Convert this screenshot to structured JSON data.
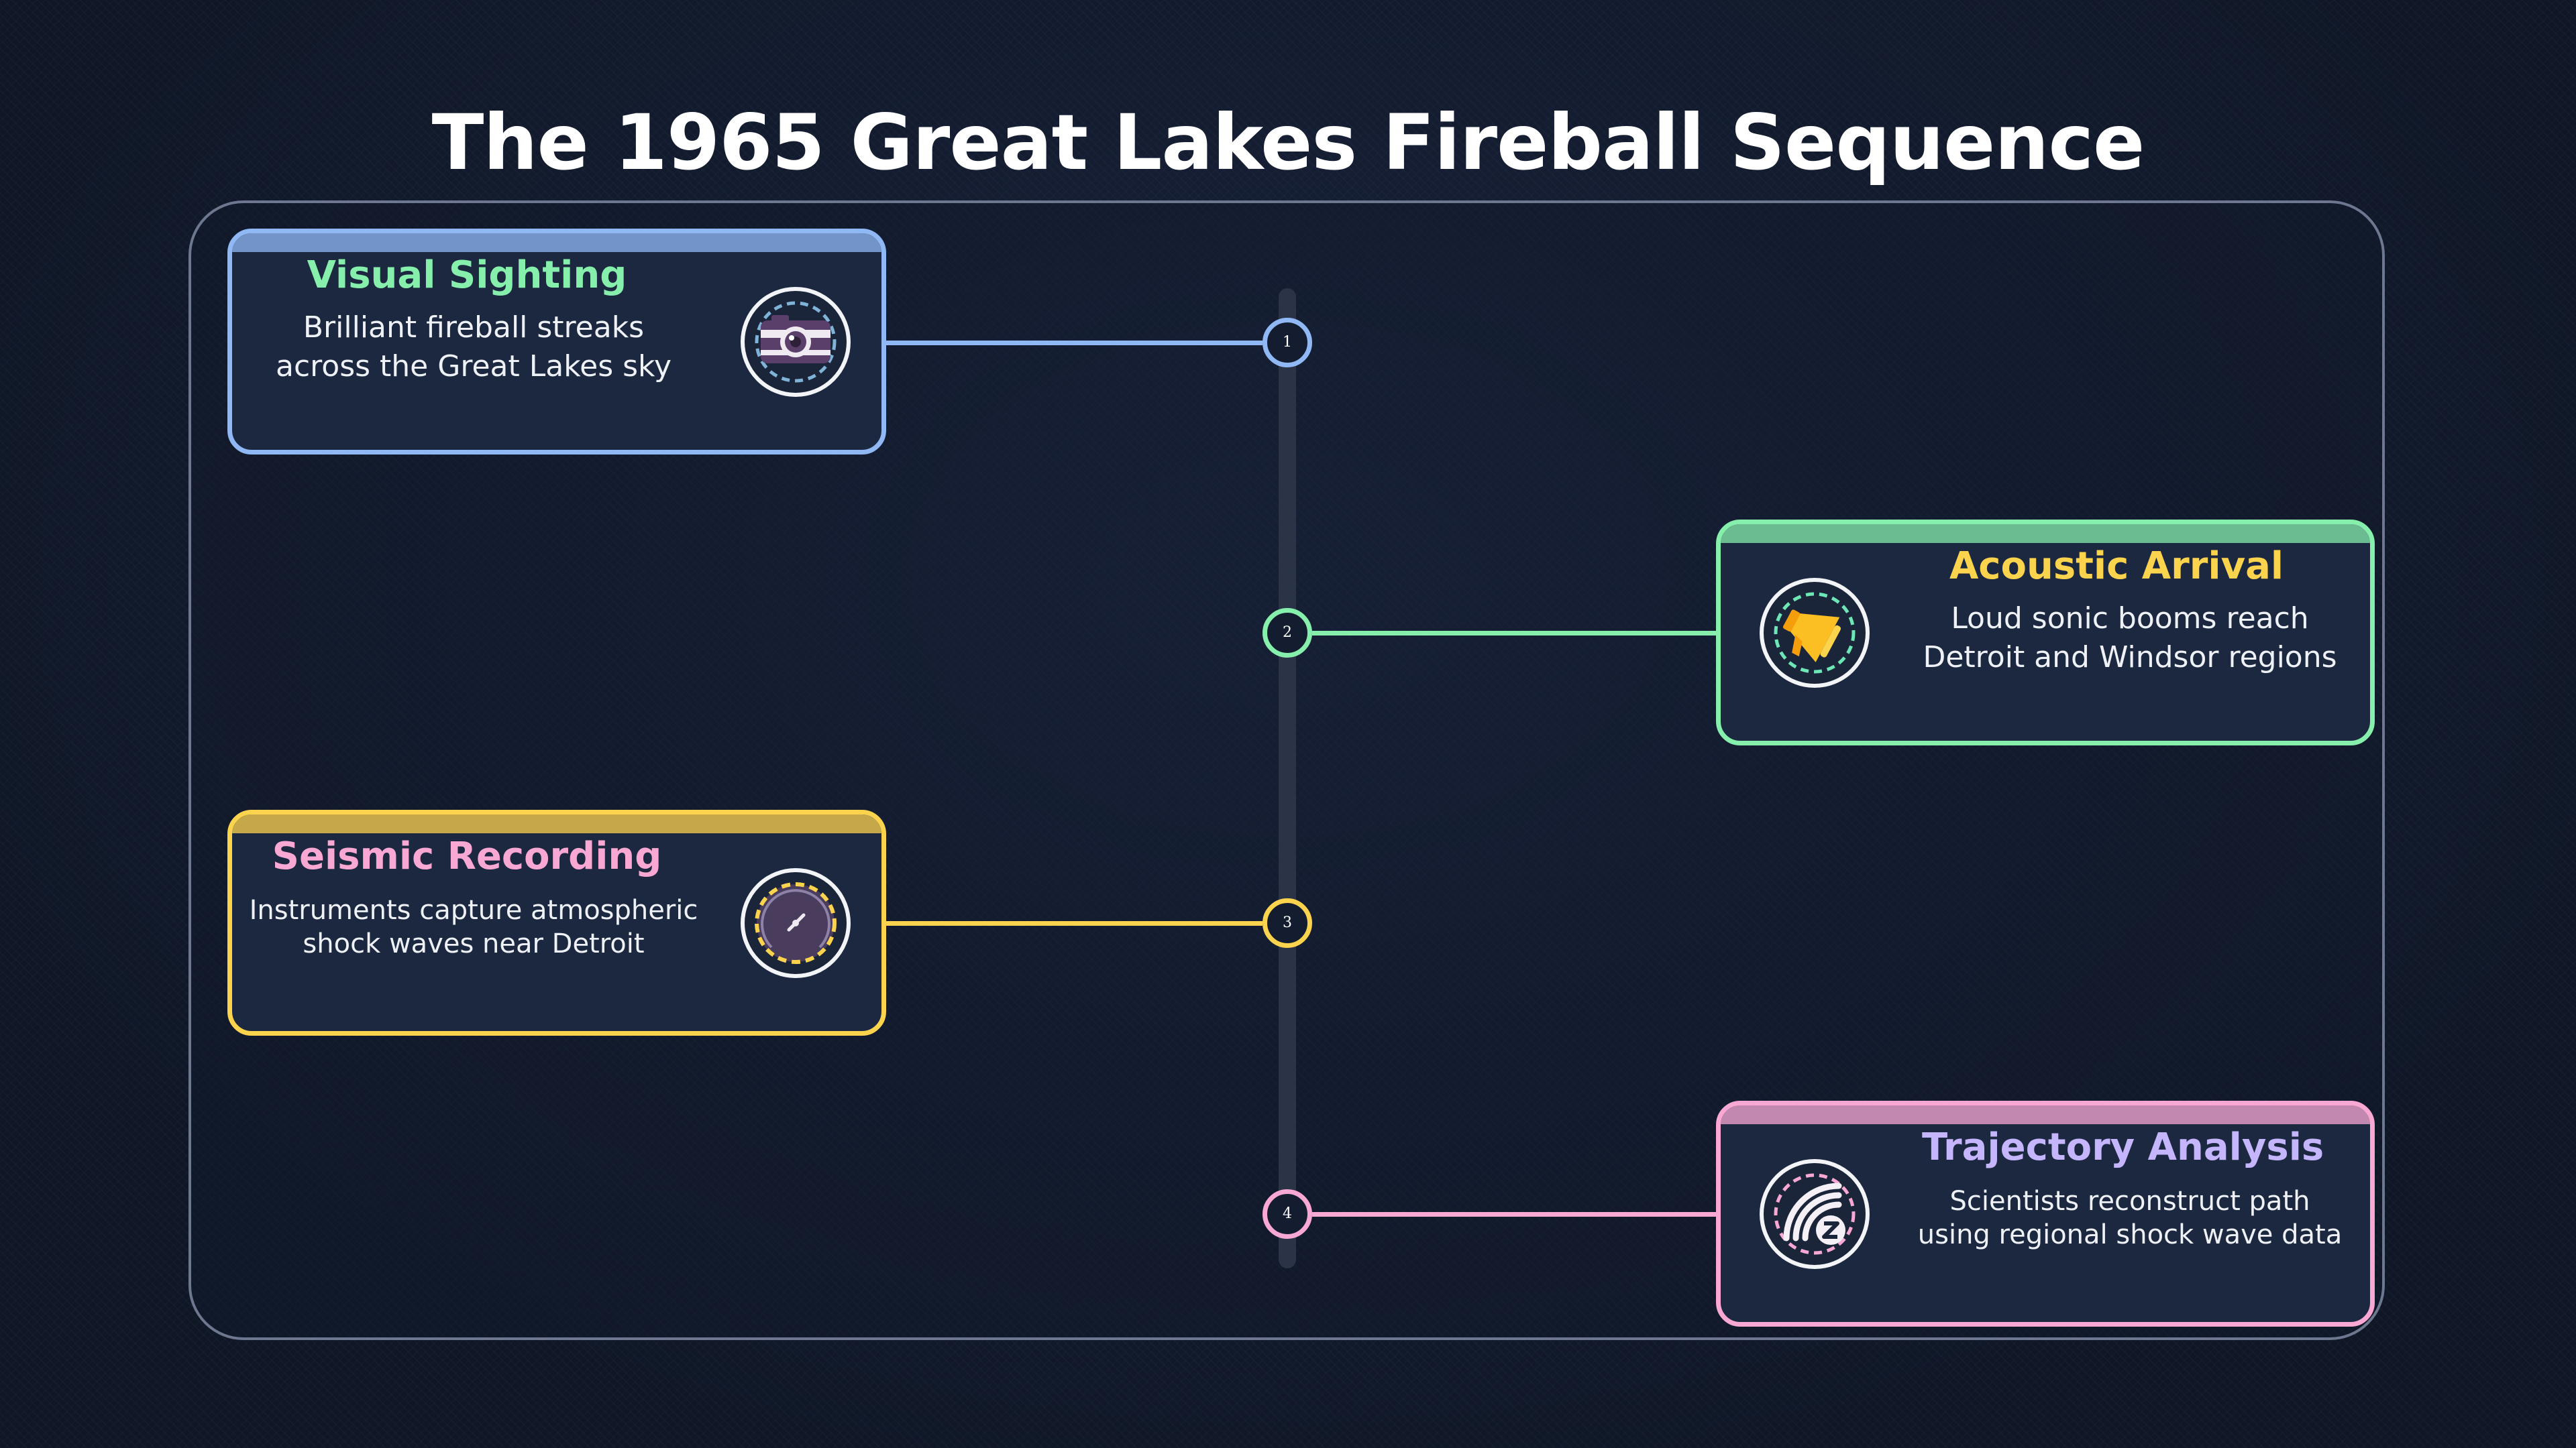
{
  "title": "The 1965 Great Lakes Fireball Sequence",
  "steps": [
    {
      "number": "1",
      "title": "Visual Sighting",
      "desc_lines": [
        "Brilliant fireball streaks",
        "across the Great Lakes sky"
      ],
      "icon": "camera-icon",
      "side": "left",
      "border_color": "#8fb8f4",
      "title_color": "#86efac"
    },
    {
      "number": "2",
      "title": "Acoustic Arrival",
      "desc_lines": [
        "Loud sonic booms reach",
        "Detroit and Windsor regions"
      ],
      "icon": "megaphone-icon",
      "side": "right",
      "border_color": "#86efac",
      "title_color": "#fcd34d"
    },
    {
      "number": "3",
      "title": "Seismic Recording",
      "desc_lines": [
        "Instruments capture atmospheric",
        "shock waves near Detroit"
      ],
      "icon": "gauge-icon",
      "side": "left",
      "border_color": "#fcd34d",
      "title_color": "#f9a8d4"
    },
    {
      "number": "4",
      "title": "Trajectory Analysis",
      "desc_lines": [
        "Scientists reconstruct path",
        "using regional shock wave data"
      ],
      "icon": "signal-wave-icon",
      "side": "right",
      "border_color": "#f9a8d4",
      "title_color": "#c4b5fd"
    }
  ]
}
